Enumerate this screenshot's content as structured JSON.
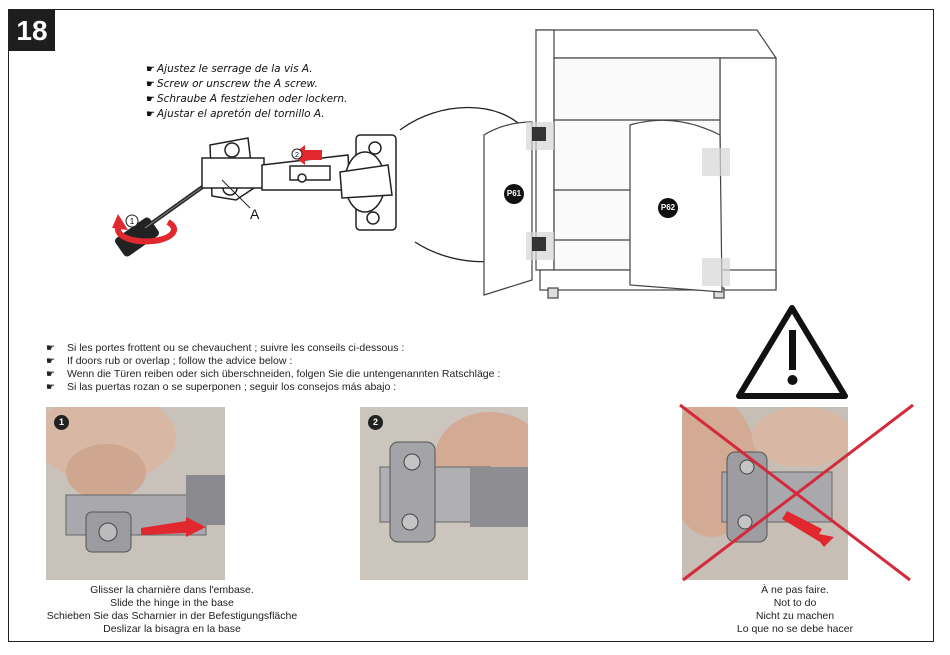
{
  "step_number": "18",
  "instructions": [
    "Ajustez le serrage de la vis A.",
    "Screw or unscrew the A screw.",
    "Schraube A festziehen oder lockern.",
    "Ajustar el apretón del tornillo A."
  ],
  "screw_label": "A",
  "panels": {
    "left": "P61",
    "right": "P62"
  },
  "callout_numbers": {
    "one": "1",
    "two": "2"
  },
  "advice": [
    "Si les portes frottent ou se chevauchent ; suivre les conseils ci-dessous :",
    "If doors rub or overlap ; follow the advice below :",
    "Wenn die Türen reiben oder sich überschneiden, folgen Sie die untengenannten Ratschläge :",
    "Si las puertas rozan o se superponen ; seguir los consejos más abajo :"
  ],
  "photos": [
    {
      "number": "1"
    },
    {
      "number": "2"
    },
    {
      "number": ""
    }
  ],
  "caption_do": [
    "Glisser la charnière dans l'embase.",
    "Slide the hinge in the base",
    "Schieben Sie das Scharnier in der Befestigungsfläche",
    "Deslizar la bisagra en la base"
  ],
  "caption_dont": [
    "À ne pas faire.",
    "Not to do",
    "Nicht zu machen",
    "Lo que no se debe hacer"
  ],
  "colors": {
    "arrow_red": "#e0282e",
    "badge": "#1e1e1e",
    "cross": "#d42a3a"
  }
}
